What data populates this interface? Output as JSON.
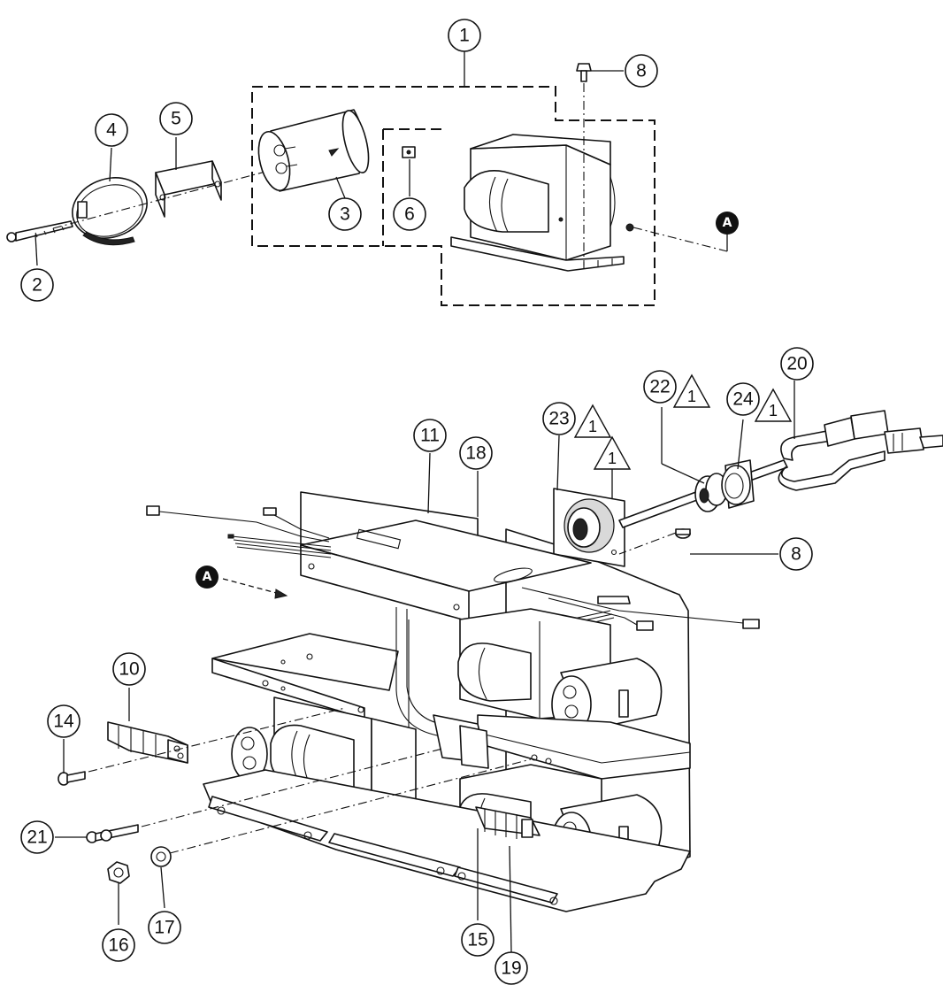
{
  "figure": {
    "reference_letter": "A",
    "note_symbol": "1",
    "callouts": {
      "c1": "1",
      "c2": "2",
      "c3": "3",
      "c4": "4",
      "c5": "5",
      "c6": "6",
      "c8_top": "8",
      "c8_mid": "8",
      "c10": "10",
      "c11": "11",
      "c14": "14",
      "c15": "15",
      "c16": "16",
      "c17": "17",
      "c18": "18",
      "c19": "19",
      "c20": "20",
      "c21": "21",
      "c22": "22",
      "c23": "23",
      "c24": "24"
    }
  }
}
